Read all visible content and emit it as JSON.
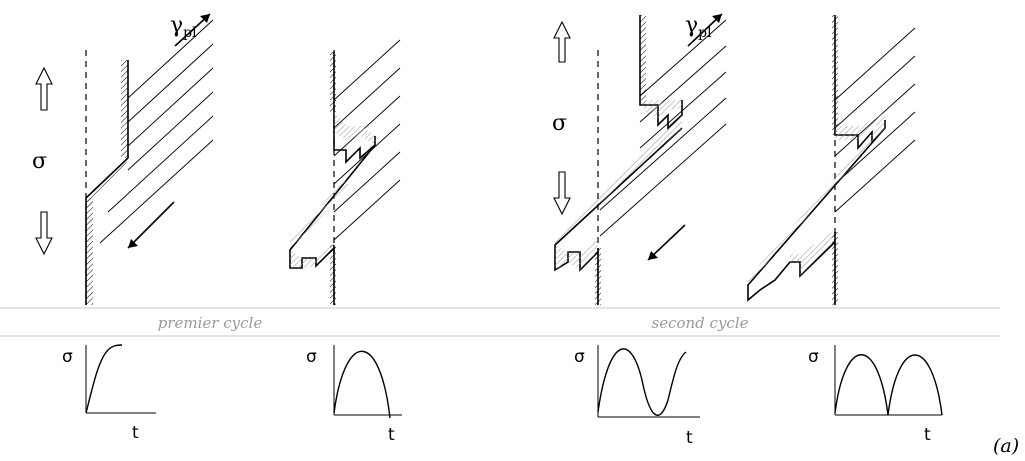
{
  "labels": {
    "sigma": "σ",
    "gamma": "γ",
    "gamma_sub": "pl",
    "time": "t"
  },
  "captions": {
    "first": "premier cycle",
    "second": "second cycle"
  },
  "figure_tag": "(a)"
}
